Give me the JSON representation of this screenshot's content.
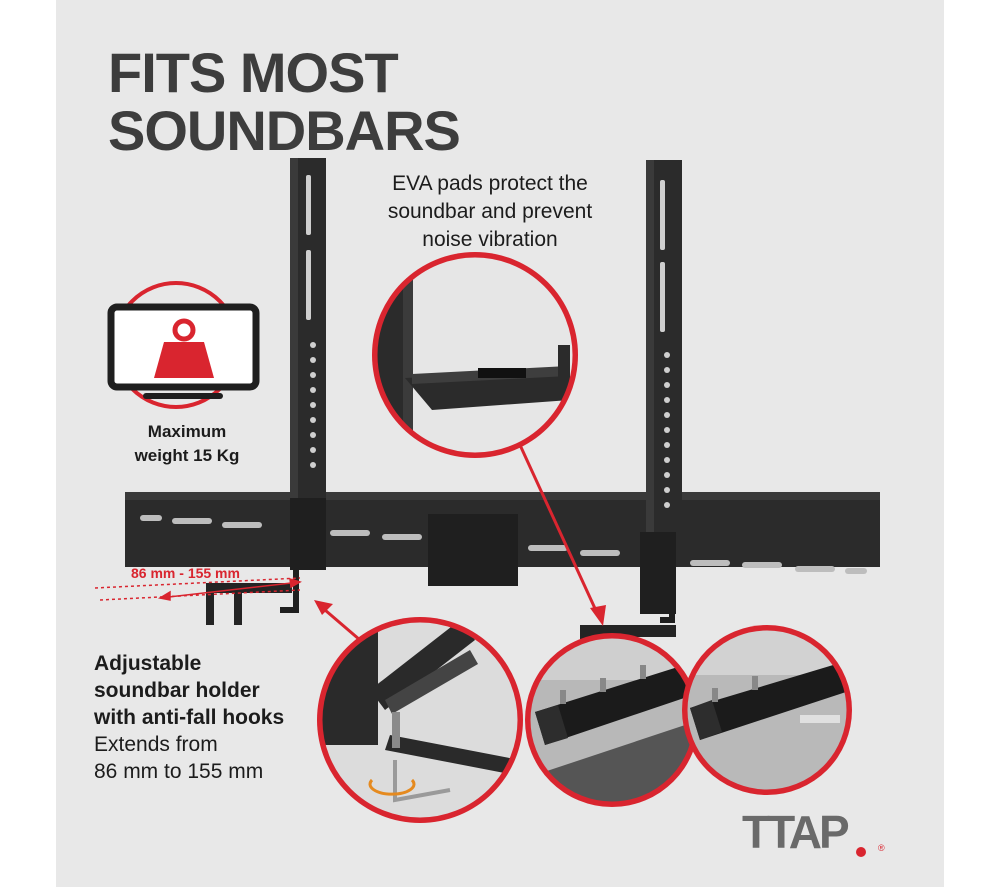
{
  "headline": {
    "line1": "FITS MOST",
    "line2": "SOUNDBARS"
  },
  "eva_caption": {
    "line1": "EVA pads protect the",
    "line2": "soundbar and prevent",
    "line3": "noise vibration"
  },
  "weight_caption": {
    "line1": "Maximum",
    "line2": "weight 15 Kg"
  },
  "adjust_caption": {
    "line1": "Adjustable",
    "line2": "soundbar holder",
    "line3": "with anti-fall hooks",
    "line4": "Extends from",
    "line5": "86 mm to 155 mm"
  },
  "dimension": {
    "from": "86 mm",
    "sep": " - ",
    "to": "155 mm"
  },
  "brand": {
    "logo": "TTAP",
    "mark": "®"
  },
  "icons": [
    "weight-monitor-icon",
    "rotate-arrow-icon",
    "callout-arrow-icon"
  ],
  "colors": {
    "accent": "#d9252f",
    "background": "#e8e8e8",
    "headline": "#3d3d3d",
    "bracket": "#2b2b2b"
  }
}
